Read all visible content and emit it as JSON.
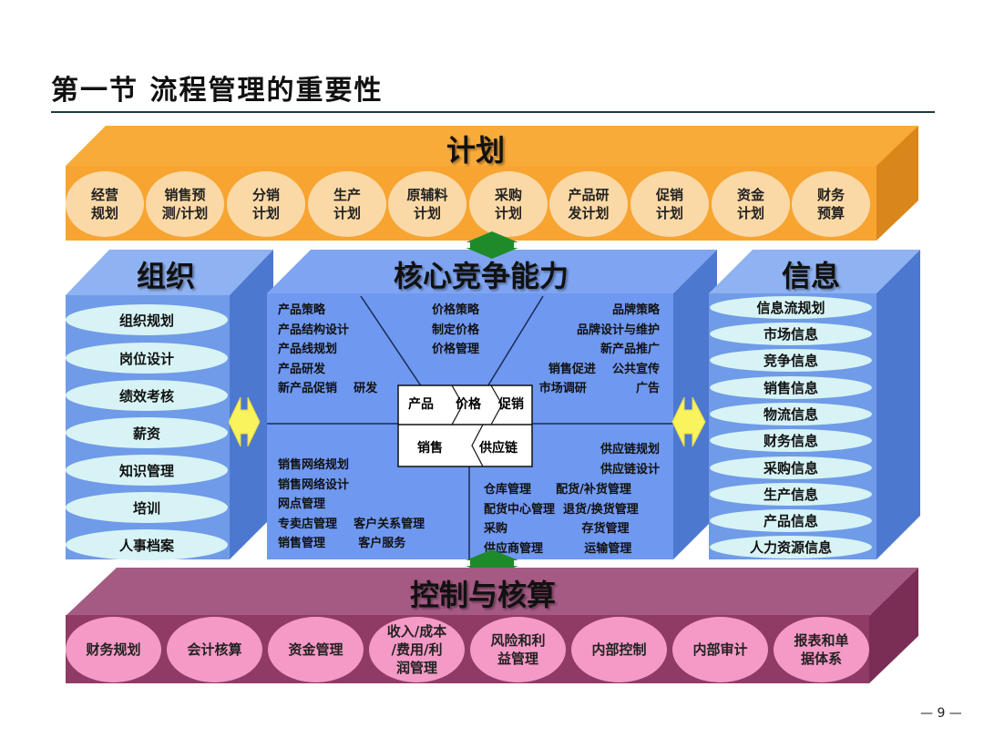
{
  "title": "第一节  流程管理的重要性",
  "page_number": "— 9 —",
  "plan": {
    "label": "计划",
    "items": [
      "经营\n规划",
      "销售预\n测/计划",
      "分销\n计划",
      "生产\n计划",
      "原辅料\n计划",
      "采购\n计划",
      "产品研\n发计划",
      "促销\n计划",
      "资金\n计划",
      "财务\n预算"
    ],
    "color": "#f7a431"
  },
  "organization": {
    "label": "组织",
    "items": [
      "组织规划",
      "岗位设计",
      "绩效考核",
      "薪资",
      "知识管理",
      "培训",
      "人事档案"
    ]
  },
  "core": {
    "label": "核心竞争能力",
    "product": [
      "产品策略",
      "产品结构设计",
      "产品线规划",
      "产品研发",
      "新产品促销    研发"
    ],
    "price": [
      "价格策略",
      "制定价格",
      "价格管理"
    ],
    "promotion": [
      "品牌策略",
      "品牌设计与维护",
      "新产品推广",
      "销售促进    公共宣传",
      "市场调研            广告"
    ],
    "sales": [
      "销售网络规划",
      "销售网络设计",
      "网点管理",
      "专卖店管理    客户关系管理",
      "销售管理        客户服务"
    ],
    "supply_right": [
      "供应链规划",
      "供应链设计"
    ],
    "supply": [
      "仓库管理      配货/补货管理",
      "配货中心管理  退货/换货管理",
      "采购                  存货管理",
      "供应商管理          运输管理"
    ],
    "chain": {
      "product": "产品",
      "price": "价格",
      "promotion": "促销",
      "sales": "销售",
      "supply": "供应链"
    }
  },
  "information": {
    "label": "信息",
    "items": [
      "信息流规划",
      "市场信息",
      "竞争信息",
      "销售信息",
      "物流信息",
      "财务信息",
      "采购信息",
      "生产信息",
      "产品信息",
      "人力资源信息"
    ]
  },
  "control": {
    "label": "控制与核算",
    "items": [
      "财务规划",
      "会计核算",
      "资金管理",
      "收入/成本\n/费用/利\n润管理",
      "风险和利\n益管理",
      "内部控制",
      "内部审计",
      "报表和单\n据体系"
    ],
    "color": "#8f3b66"
  }
}
